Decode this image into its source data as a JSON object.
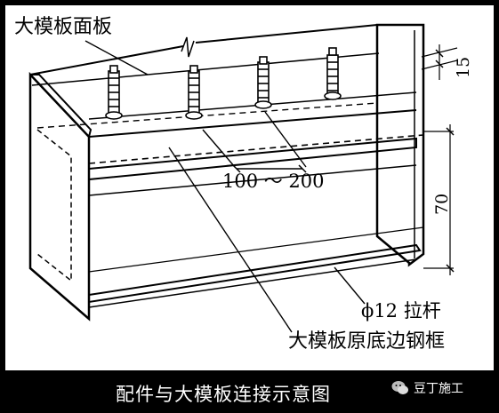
{
  "labels": {
    "top_panel": "大模板面板",
    "dim_15": "15",
    "dim_70": "70",
    "spacing": "100 ～ 200",
    "rod": "ϕ12 拉杆",
    "frame": "大模板原底边钢框"
  },
  "caption": "配件与大模板连接示意图",
  "brand": "豆丁施工",
  "brand_icon": "wechat-icon"
}
